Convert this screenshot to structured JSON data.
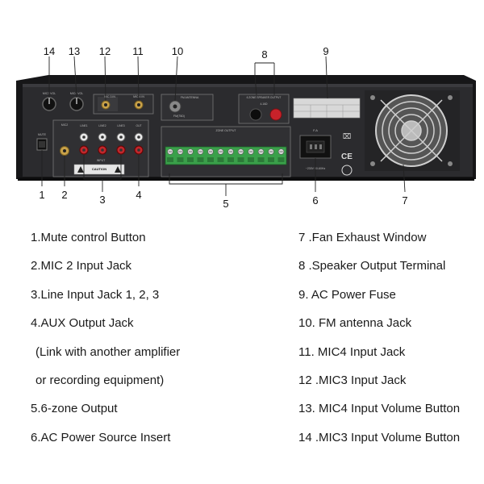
{
  "callout_numbers": [
    "14",
    "13",
    "12",
    "11",
    "10",
    "8",
    "9",
    "1",
    "2",
    "3",
    "4",
    "5",
    "6",
    "7"
  ],
  "panel": {
    "mic4_label": "MIC4 VOL",
    "mic3_label": "MIC3 VOL",
    "mic3_jack_label": "MIC 3 IN",
    "mic4_jack_label": "MIC 4 IN",
    "fm_label": "FM ANTENNA",
    "fm_sub": "FM(75Ω)",
    "spk_label": "6 ZONE SPEAKER OUTPUT",
    "spk_sub": "4-16Ω",
    "zone_label": "ZONE OUTPUT",
    "line_labels": [
      "LINE1",
      "LINE2",
      "LINE3",
      "OUT"
    ],
    "mic2_label": "MIC2",
    "mute_label": "MUTE",
    "input_label": "INPUT",
    "caution_label": "CAUTION",
    "fuse_label": "F.A",
    "voltage_label": "~230V 50-60Hz"
  },
  "legend": {
    "left": [
      "1.Mute control Button",
      "2.MIC 2 Input Jack",
      "3.Line Input Jack 1, 2, 3",
      "4.AUX Output Jack",
      "(Link with another amplifier",
      "or recording equipment)",
      "5.6-zone Output",
      "6.AC Power Source Insert"
    ],
    "right": [
      "7 .Fan Exhaust Window",
      "8 .Speaker Output Terminal",
      "9. AC Power Fuse",
      "10. FM antenna Jack",
      "11. MIC4 Input Jack",
      "12 .MIC3 Input Jack",
      "13. MIC4 Input Volume Button",
      "14 .MIC3 Input Volume Button"
    ]
  },
  "colors": {
    "chassis": "#1c1c1e",
    "panel": "#2a2a2c",
    "terminal_green": "#3aa04a",
    "speaker_red": "#c8222a",
    "rca_red": "#c0282c",
    "rca_white": "#e8e8e8",
    "fan_grill": "#cfcfcf"
  }
}
